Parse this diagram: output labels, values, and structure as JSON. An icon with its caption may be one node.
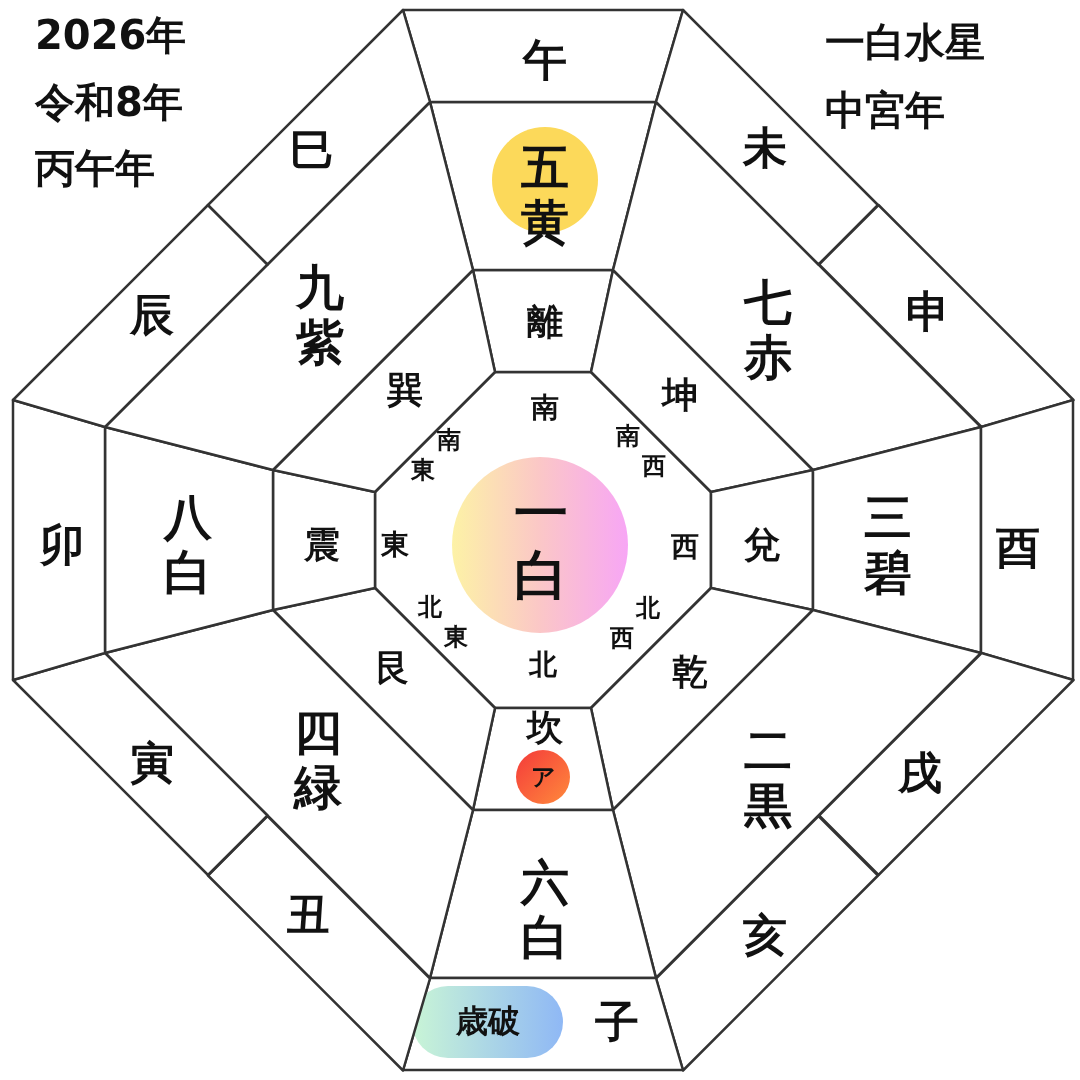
{
  "diagram": {
    "nodes": [
      {
        "text": [
          "南",
          "南東",
          "南西",
          "東",
          "一白",
          "西",
          "北東",
          "北西",
          "北"
        ]
      },
      {
        "text": [
          "離"
        ]
      },
      {
        "text": [
          "坤"
        ]
      },
      {
        "text": [
          "兌"
        ]
      },
      {
        "text": [
          "乾"
        ]
      },
      {
        "text": [
          "坎"
        ]
      },
      {
        "text": [
          "艮"
        ]
      },
      {
        "text": [
          "震"
        ]
      },
      {
        "text": [
          "巽"
        ]
      },
      {
        "text": [
          "ア"
        ],
        "in": 5
      },
      {
        "text": [
          "五黄"
        ]
      },
      {
        "text": [
          "七赤"
        ]
      },
      {
        "text": [
          "三碧"
        ]
      },
      {
        "text": [
          "二黒"
        ]
      },
      {
        "text": [
          "六白"
        ]
      },
      {
        "text": [
          "四緑"
        ]
      },
      {
        "text": [
          "八白"
        ]
      },
      {
        "text": [
          "九紫"
        ]
      },
      {
        "text": [
          "午"
        ]
      },
      {
        "text": [
          "未"
        ]
      },
      {
        "text": [
          "申"
        ]
      },
      {
        "text": [
          "酉"
        ]
      },
      {
        "text": [
          "戌"
        ]
      },
      {
        "text": [
          "亥"
        ]
      },
      {
        "text": [
          "子"
        ]
      },
      {
        "text": [
          "丑"
        ]
      },
      {
        "text": [
          "寅"
        ]
      },
      {
        "text": [
          "卯"
        ]
      },
      {
        "text": [
          "辰"
        ]
      },
      {
        "text": [
          "巳"
        ]
      },
      {
        "text": [
          "歳破"
        ],
        "in": 24
      }
    ],
    "labels": [
      "2026年",
      "令和8年",
      "丙午年",
      "一白水星",
      "中宮年"
    ]
  }
}
